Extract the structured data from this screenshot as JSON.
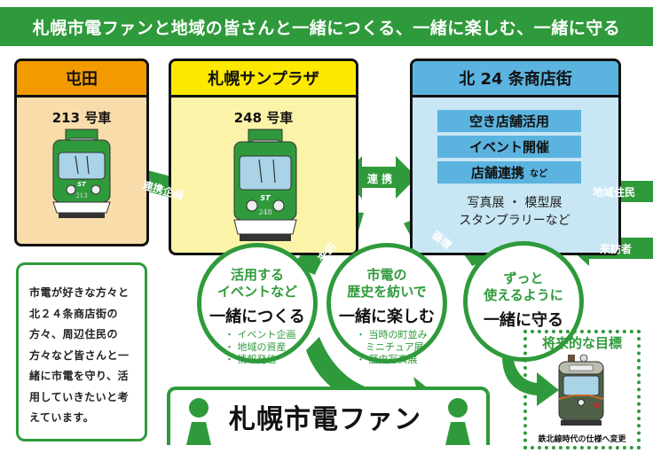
{
  "banner": {
    "title": "札幌市電ファンと地域の皆さんと一緒につくる、一緒に楽しむ、一緒に守る"
  },
  "stations": [
    {
      "name": "屯田",
      "car": "213 号車",
      "car_number": "213",
      "header_color": "#f29a00",
      "body_color": "#f8dcaa"
    },
    {
      "name": "札幌サンプラザ",
      "car": "248 号車",
      "car_number": "248",
      "header_color": "#fde800",
      "body_color": "#fbf4a8"
    },
    {
      "name": "北 24 条商店街",
      "header_color": "#5bb3df",
      "body_color": "#c8e6f3"
    }
  ],
  "shopping_street": {
    "tags": [
      "空き店舗活用",
      "イベント開催",
      "店舗連携"
    ],
    "tags_suffix": "など",
    "events": [
      "写真展 ・ 模型展",
      "スタンプラリーなど"
    ]
  },
  "arrows": {
    "collab_plan": "連携企画",
    "collab": "連 携",
    "visit": "来訪",
    "cycle": "循環",
    "residents": "地域住民",
    "visitors": "来訪者"
  },
  "message": {
    "lines": [
      "市電が好きな方々と",
      "北２４条商店街の",
      "方々、周辺住民の",
      "方々など皆さんと一",
      "緒に市電を守り、活",
      "用していきたいと考",
      "えています。"
    ]
  },
  "circles": [
    {
      "title_lines": [
        "活用する",
        "イベントなど"
      ],
      "main": "一緒につくる",
      "items": [
        "・ イベント企画",
        "・ 地域の資産",
        "・ 情報発信"
      ]
    },
    {
      "title_lines": [
        "市電の",
        "歴史を紡いで"
      ],
      "main": "一緒に楽しむ",
      "items": [
        "・ 当時の町並み",
        "　ミニチュア展",
        "・ 歴史写真展"
      ]
    },
    {
      "title_lines": [
        "ずっと",
        "使えるように"
      ],
      "main": "一緒に守る",
      "items": []
    }
  ],
  "fans": {
    "label": "札幌市電ファン"
  },
  "future_goal": {
    "title": "将来的な目標",
    "caption": "鉄北線時代の仕様へ変更"
  },
  "colors": {
    "green": "#2f9a3b",
    "black": "#111111"
  }
}
